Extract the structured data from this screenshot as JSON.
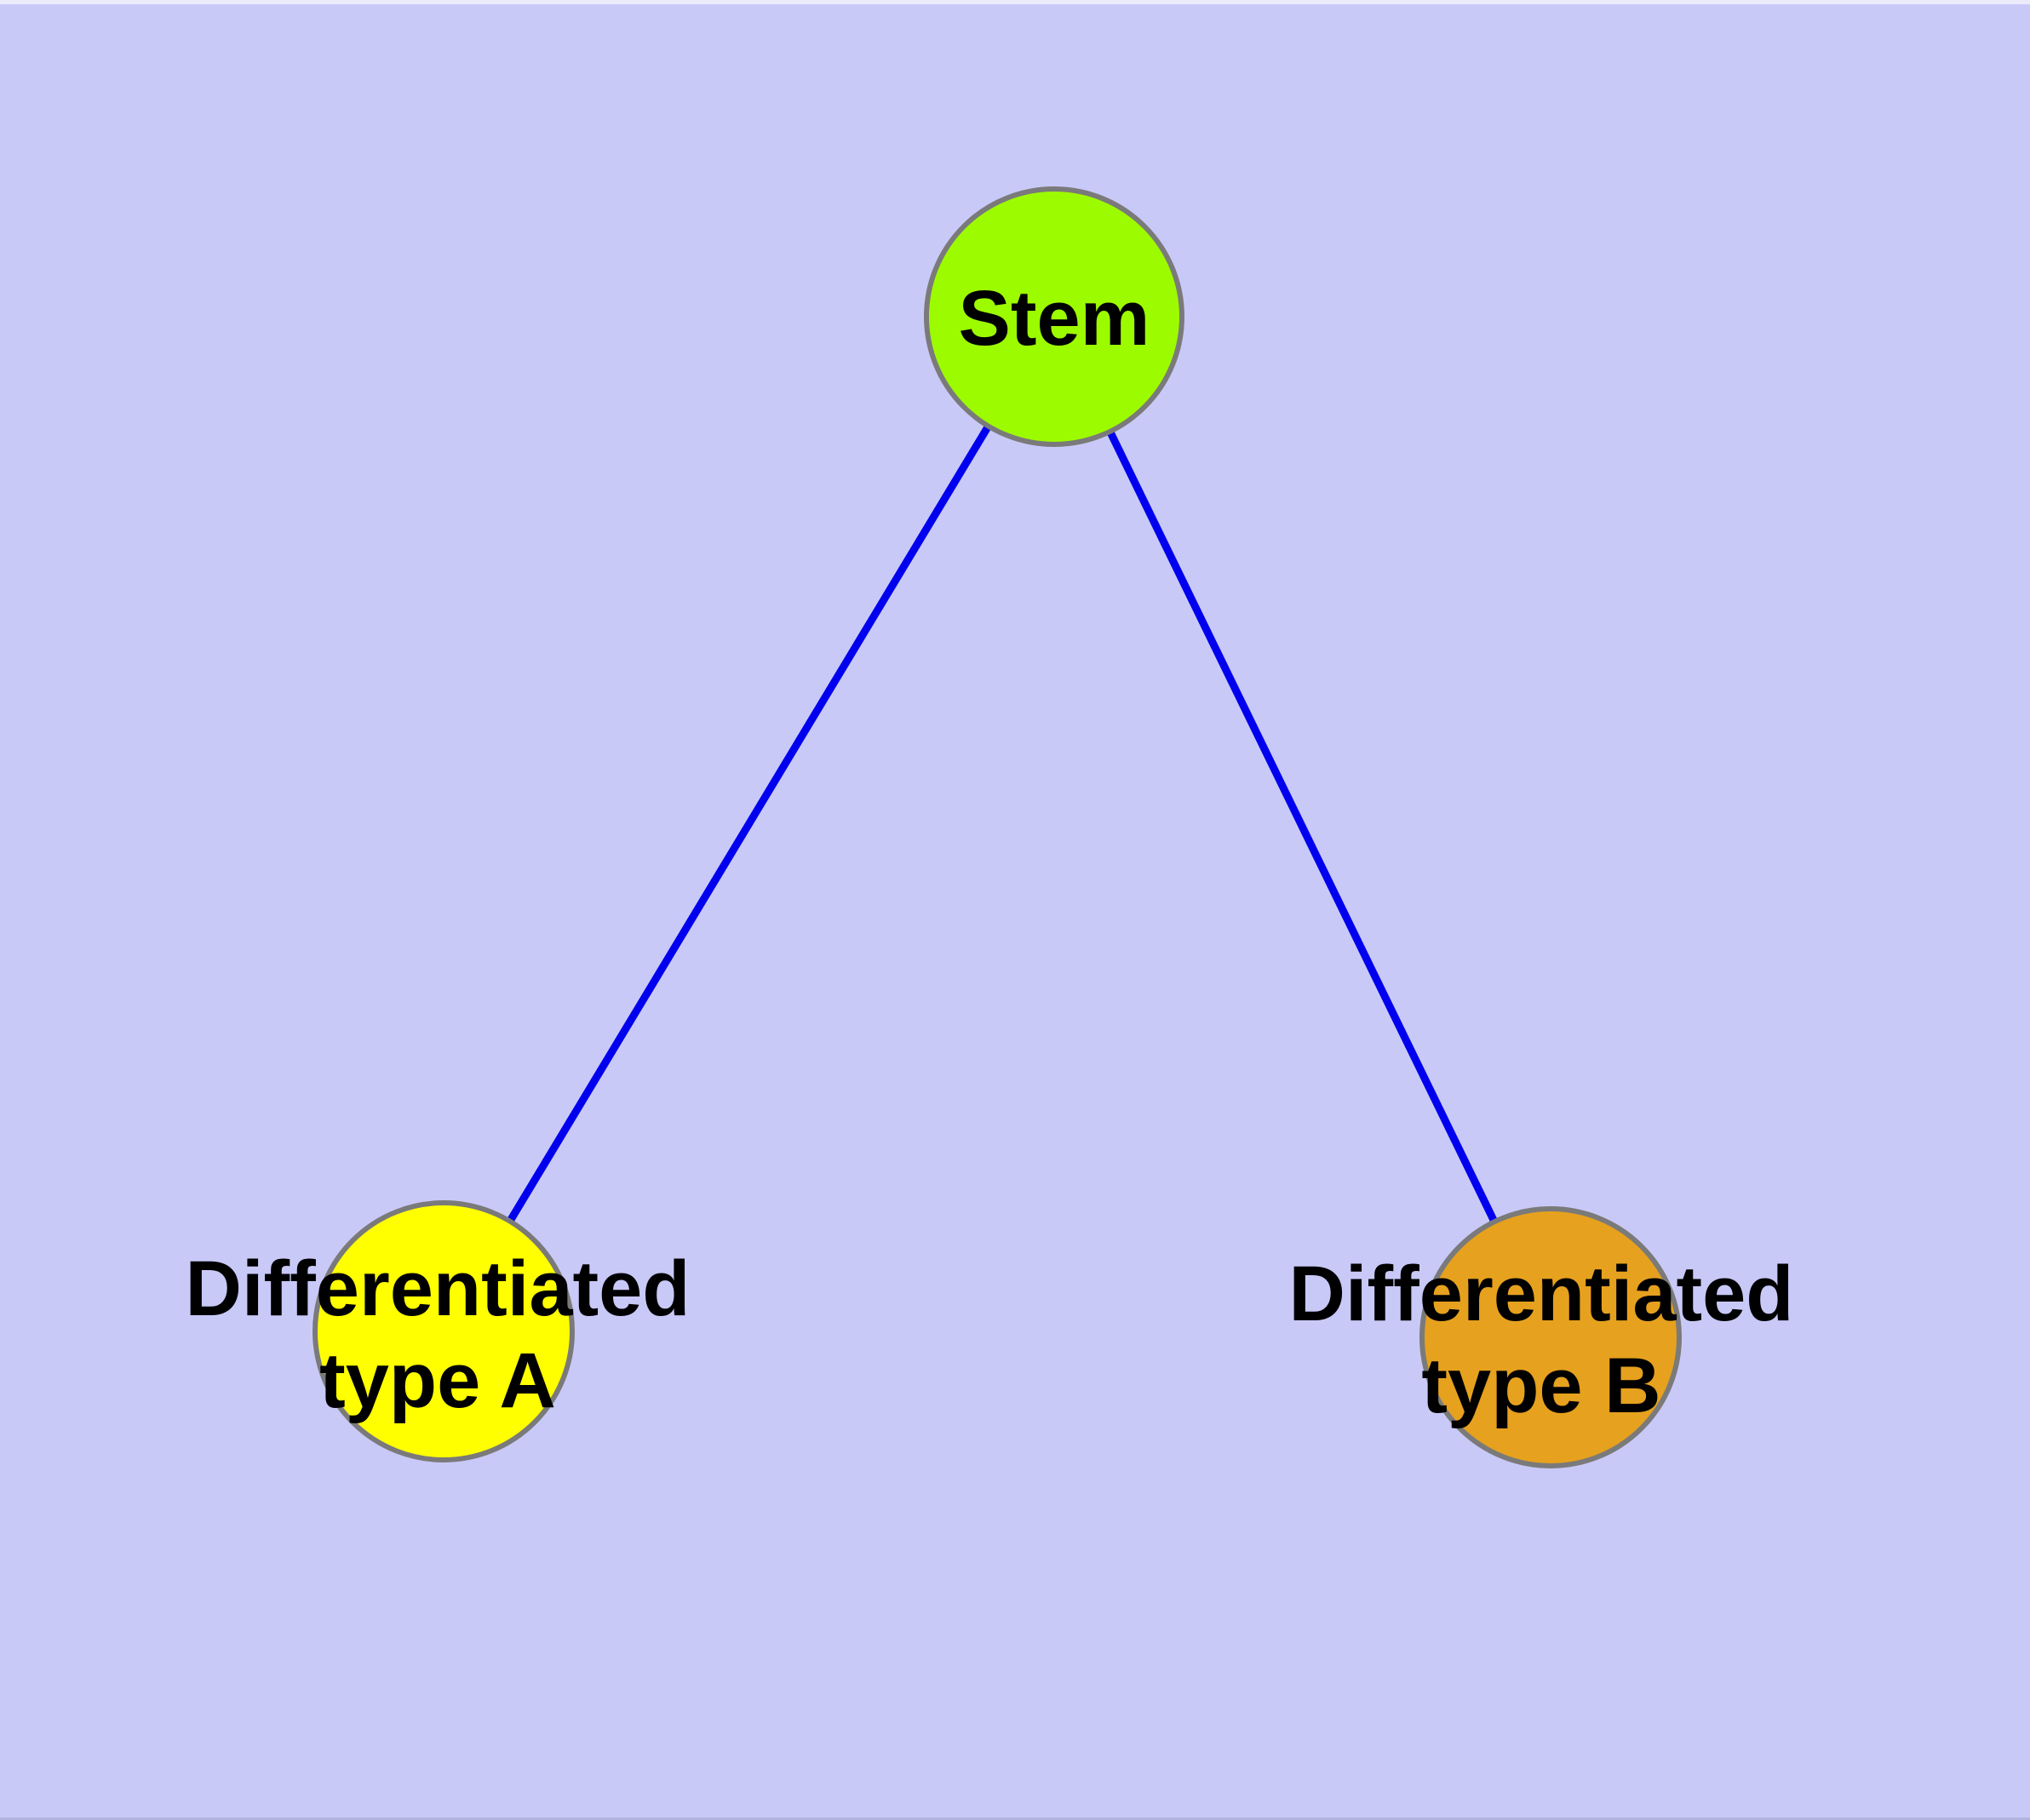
{
  "diagram": {
    "background_color": "#c9c9f8",
    "label_color": "#000000",
    "edge_color": "#0000ee",
    "node_border_color": "#7a7a7a",
    "nodes": [
      {
        "id": "stem",
        "label": "Stem",
        "fill": "#9dfb00",
        "border": "#7a7a7a"
      },
      {
        "id": "differentiated-type-a",
        "label_line1": "Differentiated",
        "label_line2": "type A",
        "fill": "#ffff00",
        "border": "#7a7a7a"
      },
      {
        "id": "differentiated-type-b",
        "label_line1": "Differentiated",
        "label_line2": "type B",
        "fill": "#e6a11e",
        "border": "#7a7a7a"
      }
    ],
    "edges": [
      {
        "from": "stem",
        "to": "differentiated-type-a"
      },
      {
        "from": "stem",
        "to": "differentiated-type-b"
      }
    ]
  }
}
